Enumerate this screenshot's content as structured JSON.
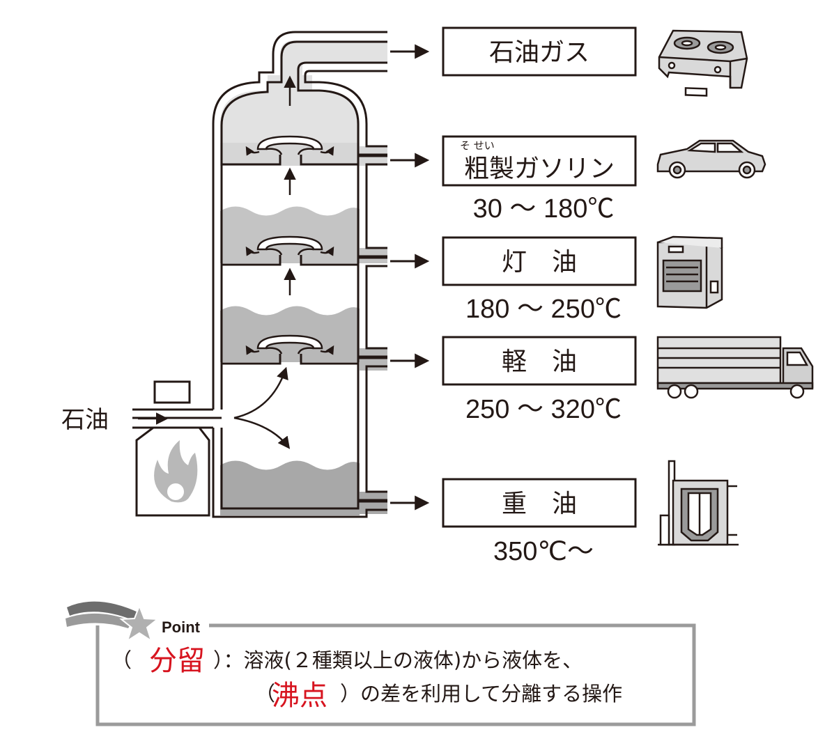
{
  "feed": {
    "label": "石油"
  },
  "fractions": [
    {
      "id": "gas",
      "name": "石油ガス",
      "ruby": "",
      "temp": "",
      "icon": "gas-stove-icon"
    },
    {
      "id": "gasoline",
      "name": "粗製ガソリン",
      "ruby": "そ せい",
      "temp": "30 ～ 180℃",
      "icon": "car-icon"
    },
    {
      "id": "kerosene",
      "name": "灯　油",
      "ruby": "",
      "temp": "180 ～ 250℃",
      "icon": "heater-icon"
    },
    {
      "id": "diesel",
      "name": "軽　油",
      "ruby": "",
      "temp": "250 ～ 320℃",
      "icon": "truck-icon"
    },
    {
      "id": "heavy",
      "name": "重　油",
      "ruby": "",
      "temp": "350℃～",
      "icon": "boiler-icon"
    }
  ],
  "point": {
    "title": "Point",
    "line1_open": "（",
    "line1_answer": "分留",
    "line1_close": "）：溶液(２種類以上の液体)から液体を、",
    "line2_open": "（",
    "line2_answer": "沸点",
    "line2_close": "）の差を利用して分離する操作"
  },
  "colors": {
    "outline": "#231815",
    "vapor": "#dcdcdc",
    "liquid_light": "#c8c8c8",
    "liquid_mid": "#b4b4b4",
    "liquid_dark": "#a8a8a8",
    "accent_red": "#d7141f",
    "point_border": "#9b9b9b"
  }
}
